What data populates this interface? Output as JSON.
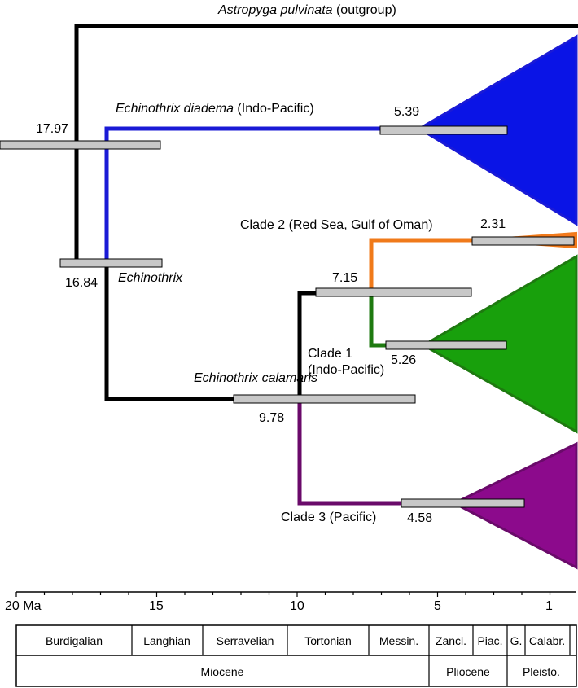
{
  "colors": {
    "outgroup": "#000000",
    "diadema": "#1a1ad6",
    "diadema_fill": "#0a14e6",
    "clade2": "#f07a1a",
    "clade2_fill": "#f47a1e",
    "clade1": "#1e7a10",
    "clade1_fill": "#18a00c",
    "clade3": "#6a0a6a",
    "clade3_fill": "#8c0a8c",
    "hpd_bar": "#c8c8c8"
  },
  "taxa": {
    "outgroup": {
      "italic": "Astropyga pulvinata",
      "plain": " (outgroup)"
    },
    "diadema": {
      "italic": "Echinothrix diadema",
      "plain": " (Indo-Pacific)"
    },
    "genus": "Echinothrix",
    "calamaris": "Echinothrix calamaris",
    "clade2": "Clade 2 (Red Sea, Gulf of Oman)",
    "clade1_line1": "Clade 1",
    "clade1_line2": "(Indo-Pacific)",
    "clade3": "Clade 3 (Pacific)"
  },
  "node_ages": {
    "root": "17.97",
    "echinothrix": "16.84",
    "diadema": "5.39",
    "calamaris": "9.78",
    "clade1_2": "7.15",
    "clade2": "2.31",
    "clade1": "5.26",
    "clade3": "4.58"
  },
  "axis": {
    "unit_label": "20 Ma",
    "ticks": [
      "15",
      "10",
      "5",
      "1"
    ]
  },
  "stages": [
    "Burdigalian",
    "Langhian",
    "Serravelian",
    "Tortonian",
    "Messin.",
    "Zancl.",
    "Piac.",
    "G.",
    "Calabr."
  ],
  "epochs": [
    "Miocene",
    "Pliocene",
    "Pleisto."
  ]
}
